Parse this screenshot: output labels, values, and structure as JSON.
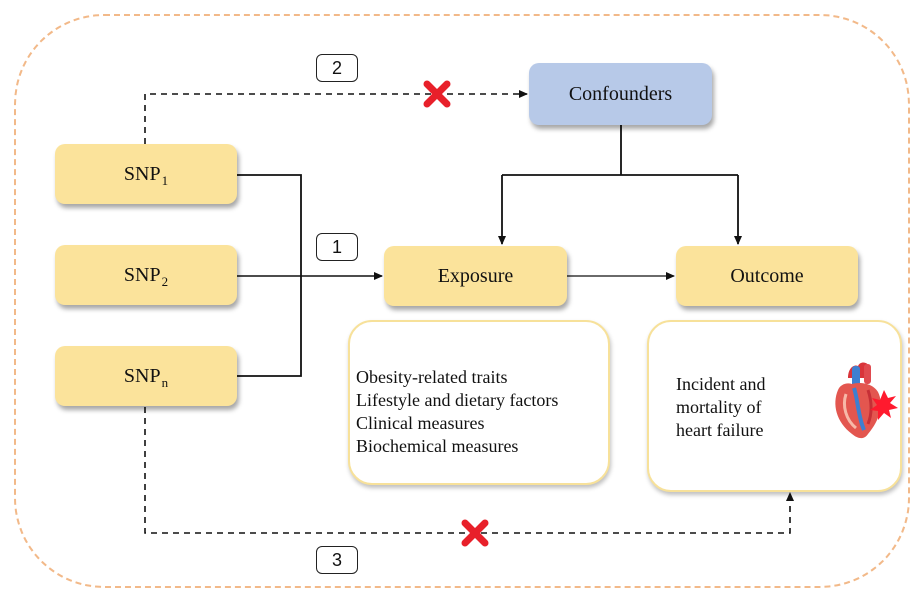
{
  "snps": [
    {
      "base": "SNP",
      "sub": "1"
    },
    {
      "base": "SNP",
      "sub": "2"
    },
    {
      "base": "SNP",
      "sub": "n"
    }
  ],
  "nodes": {
    "exposure": "Exposure",
    "outcome": "Outcome",
    "confounders": "Confounders"
  },
  "paths": {
    "one": "1",
    "two": "2",
    "three": "3"
  },
  "exposure_examples": [
    "Obesity-related traits",
    "Lifestyle and dietary factors",
    "Clinical measures",
    "Biochemical measures"
  ],
  "outcome_lines": [
    "Incident and",
    "mortality of",
    "heart failure"
  ],
  "icons": [
    "cross-icon",
    "heart-icon"
  ],
  "colors": {
    "snp_fill": "#fbe39b",
    "confounder_fill": "#b7c9e8",
    "frame_dash": "#f2b989",
    "cross": "#e8202a"
  }
}
